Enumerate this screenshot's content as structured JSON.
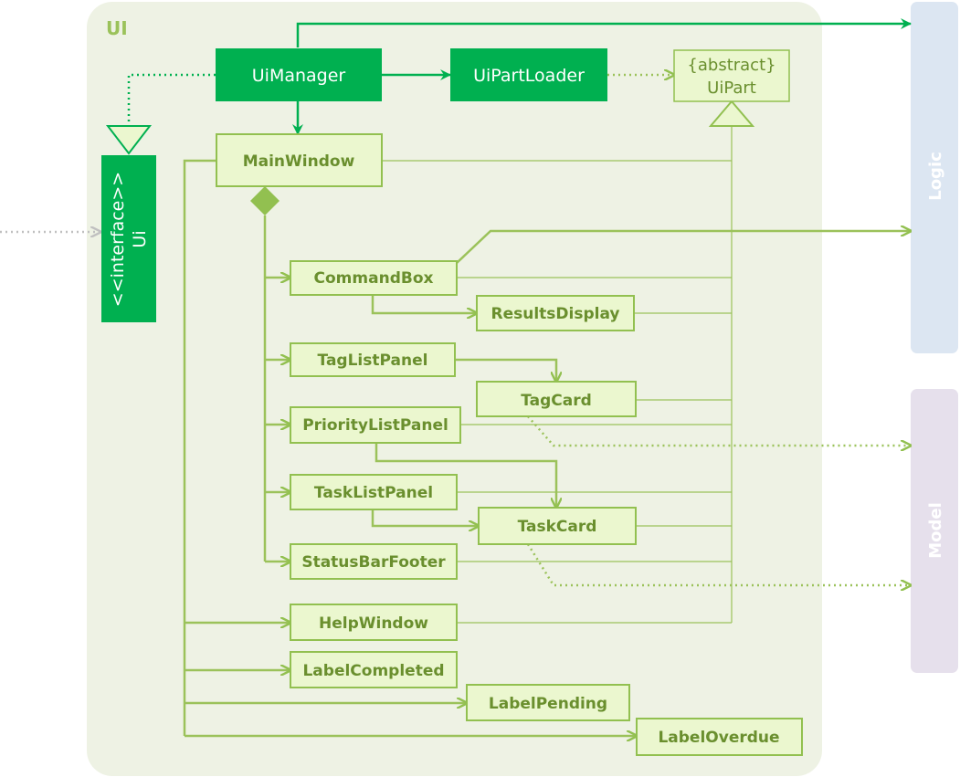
{
  "package": {
    "label": "UI"
  },
  "external": {
    "logic": "Logic",
    "model": "Model"
  },
  "classes": {
    "ui_interface_stereotype": "<<interface>>",
    "ui_interface_name": "Ui",
    "ui_manager": "UiManager",
    "ui_part_loader": "UiPartLoader",
    "ui_part_stereotype": "{abstract}",
    "ui_part_name": "UiPart",
    "main_window": "MainWindow",
    "command_box": "CommandBox",
    "results_display": "ResultsDisplay",
    "tag_list_panel": "TagListPanel",
    "tag_card": "TagCard",
    "priority_list_panel": "PriorityListPanel",
    "task_list_panel": "TaskListPanel",
    "task_card": "TaskCard",
    "status_bar_footer": "StatusBarFooter",
    "help_window": "HelpWindow",
    "label_completed": "LabelCompleted",
    "label_pending": "LabelPending",
    "label_overdue": "LabelOverdue"
  },
  "colors": {
    "package_bg": "#eef2e4",
    "dark_green": "#00b050",
    "light_fill": "#ebf7cf",
    "light_border": "#92c050",
    "line_green": "#9bc25a",
    "logic_bg": "#dce6f2",
    "model_bg": "#e6e0ec"
  }
}
